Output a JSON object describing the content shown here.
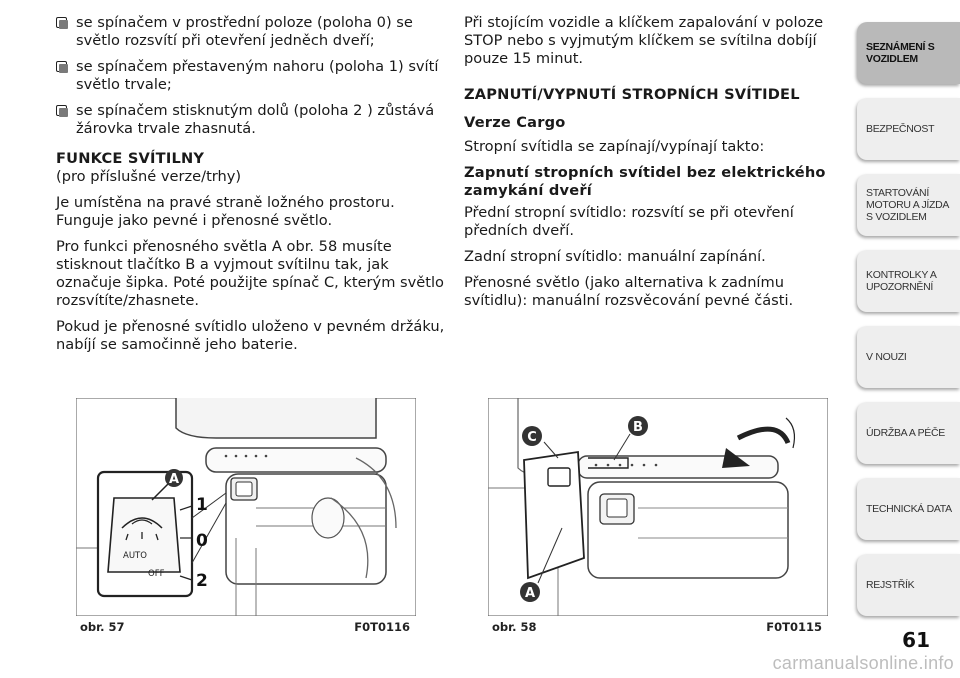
{
  "left_column": {
    "bullets": [
      "se spínačem v prostřední poloze (poloha 0) se světlo rozsvítí při otevření jedněch dveří;",
      "se spínačem přestaveným nahoru (poloha 1) svítí světlo trvale;",
      "se spínačem stisknutým dolů (poloha 2 ) zůstává žárovka trvale zhasnutá."
    ],
    "heading": "FUNKCE SVÍTILNY",
    "subheading": "(pro příslušné verze/trhy)",
    "paragraphs": [
      "Je umístěna na pravé straně ložného prostoru. Funguje jako pevné i přenosné světlo.",
      "Pro funkci přenosného světla A obr. 58 musíte stisknout tlačítko B a vyjmout svítilnu tak, jak označuje šipka. Poté použijte spínač C, kterým světlo rozsvítíte/zhasnete.",
      "Pokud je přenosné svítidlo uloženo v pevném držáku, nabíjí se samočinně jeho baterie."
    ]
  },
  "right_column": {
    "intro": "Při stojícím vozidle a klíčkem zapalování v poloze STOP nebo s vyjmutým klíčkem se svítilna dobíjí pouze 15 minut.",
    "heading": "ZAPNUTÍ/VYPNUTÍ STROPNÍCH SVÍTIDEL",
    "verze": "Verze Cargo",
    "verze_text": "Stropní svítidla se zapínají/vypínají takto:",
    "subheading": "Zapnutí stropních svítidel bez elektrického zamykání dveří",
    "paragraphs": [
      "Přední stropní svítidlo: rozsvítí se při otevření předních dveří.",
      "Zadní stropní svítidlo: manuální zapínání.",
      "Přenosné světlo (jako alternativa k zadnímu svítidlu): manuální rozsvěcování pevné části."
    ]
  },
  "figures": [
    {
      "caption": "obr. 57",
      "code": "F0T0116",
      "labels": {
        "callout": "A",
        "pos1": "1",
        "pos0": "0",
        "pos2": "2",
        "auto": "AUTO",
        "off": "OFF"
      }
    },
    {
      "caption": "obr. 58",
      "code": "F0T0115",
      "labels": {
        "a": "A",
        "b": "B",
        "c": "C"
      }
    }
  ],
  "tabs": [
    "SEZNÁMENÍ S VOZIDLEM",
    "BEZPEČNOST",
    "STARTOVÁNÍ MOTORU A JÍZDA S VOZIDLEM",
    "KONTROLKY A UPOZORNĚNÍ",
    "V NOUZI",
    "ÚDRŽBA A PÉČE",
    "TECHNICKÁ DATA",
    "REJSTŘÍK"
  ],
  "active_tab_index": 0,
  "page_number": "61",
  "watermark": "carmanualsonline.info"
}
